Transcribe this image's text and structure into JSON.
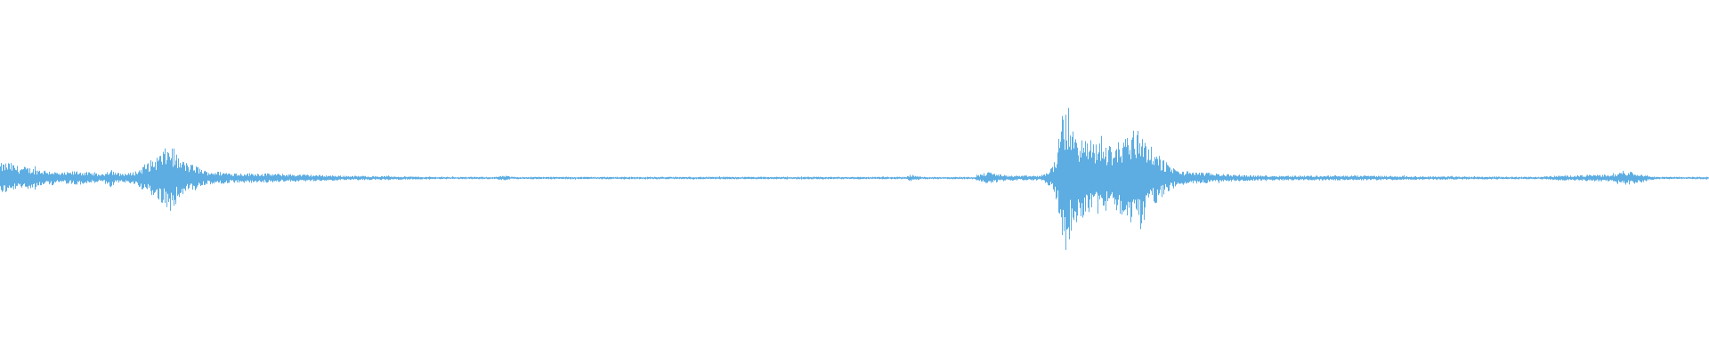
{
  "chart_data": {
    "type": "area",
    "description_series": "audio-waveform",
    "title": "",
    "xlabel": "",
    "ylabel": "",
    "xlim": [
      0,
      1
    ],
    "ylim": [
      -1,
      1
    ],
    "grid": false,
    "legend": "none",
    "color": "#5dade2",
    "series": [
      {
        "x": [
          0.0,
          0.005,
          0.01,
          0.015,
          0.02,
          0.025,
          0.03,
          0.035,
          0.04,
          0.045,
          0.05,
          0.055,
          0.06,
          0.062,
          0.065,
          0.067,
          0.07,
          0.075,
          0.08,
          0.085,
          0.09,
          0.095,
          0.1,
          0.105,
          0.11,
          0.115,
          0.12,
          0.13,
          0.14,
          0.15,
          0.2,
          0.245,
          0.25,
          0.29,
          0.295,
          0.3,
          0.4,
          0.45,
          0.5,
          0.51,
          0.53,
          0.533,
          0.535,
          0.54,
          0.57,
          0.575,
          0.58,
          0.585,
          0.59,
          0.6,
          0.61,
          0.615,
          0.618,
          0.62,
          0.622,
          0.625,
          0.627,
          0.63,
          0.635,
          0.64,
          0.645,
          0.65,
          0.655,
          0.66,
          0.665,
          0.668,
          0.67,
          0.675,
          0.68,
          0.685,
          0.69,
          0.7,
          0.71,
          0.72,
          0.74,
          0.76,
          0.78,
          0.8,
          0.83,
          0.9,
          0.912,
          0.945,
          0.95,
          0.955,
          0.96,
          0.965,
          0.97,
          1.0
        ],
        "y": [
          0.12,
          0.13,
          0.1,
          0.09,
          0.08,
          0.07,
          0.06,
          0.04,
          0.05,
          0.06,
          0.05,
          0.04,
          0.03,
          0.06,
          0.08,
          0.05,
          0.04,
          0.04,
          0.06,
          0.12,
          0.16,
          0.22,
          0.28,
          0.15,
          0.12,
          0.1,
          0.06,
          0.05,
          0.04,
          0.04,
          0.02,
          0.012,
          0.01,
          0.01,
          0.02,
          0.01,
          0.01,
          0.01,
          0.01,
          0.01,
          0.01,
          0.03,
          0.02,
          0.01,
          0.01,
          0.04,
          0.05,
          0.03,
          0.02,
          0.02,
          0.02,
          0.08,
          0.18,
          0.35,
          0.55,
          0.6,
          0.42,
          0.38,
          0.3,
          0.32,
          0.28,
          0.26,
          0.3,
          0.38,
          0.4,
          0.42,
          0.35,
          0.22,
          0.16,
          0.1,
          0.06,
          0.05,
          0.04,
          0.03,
          0.02,
          0.02,
          0.02,
          0.02,
          0.015,
          0.01,
          0.02,
          0.03,
          0.06,
          0.05,
          0.04,
          0.02,
          0.01,
          0.01
        ]
      }
    ]
  }
}
